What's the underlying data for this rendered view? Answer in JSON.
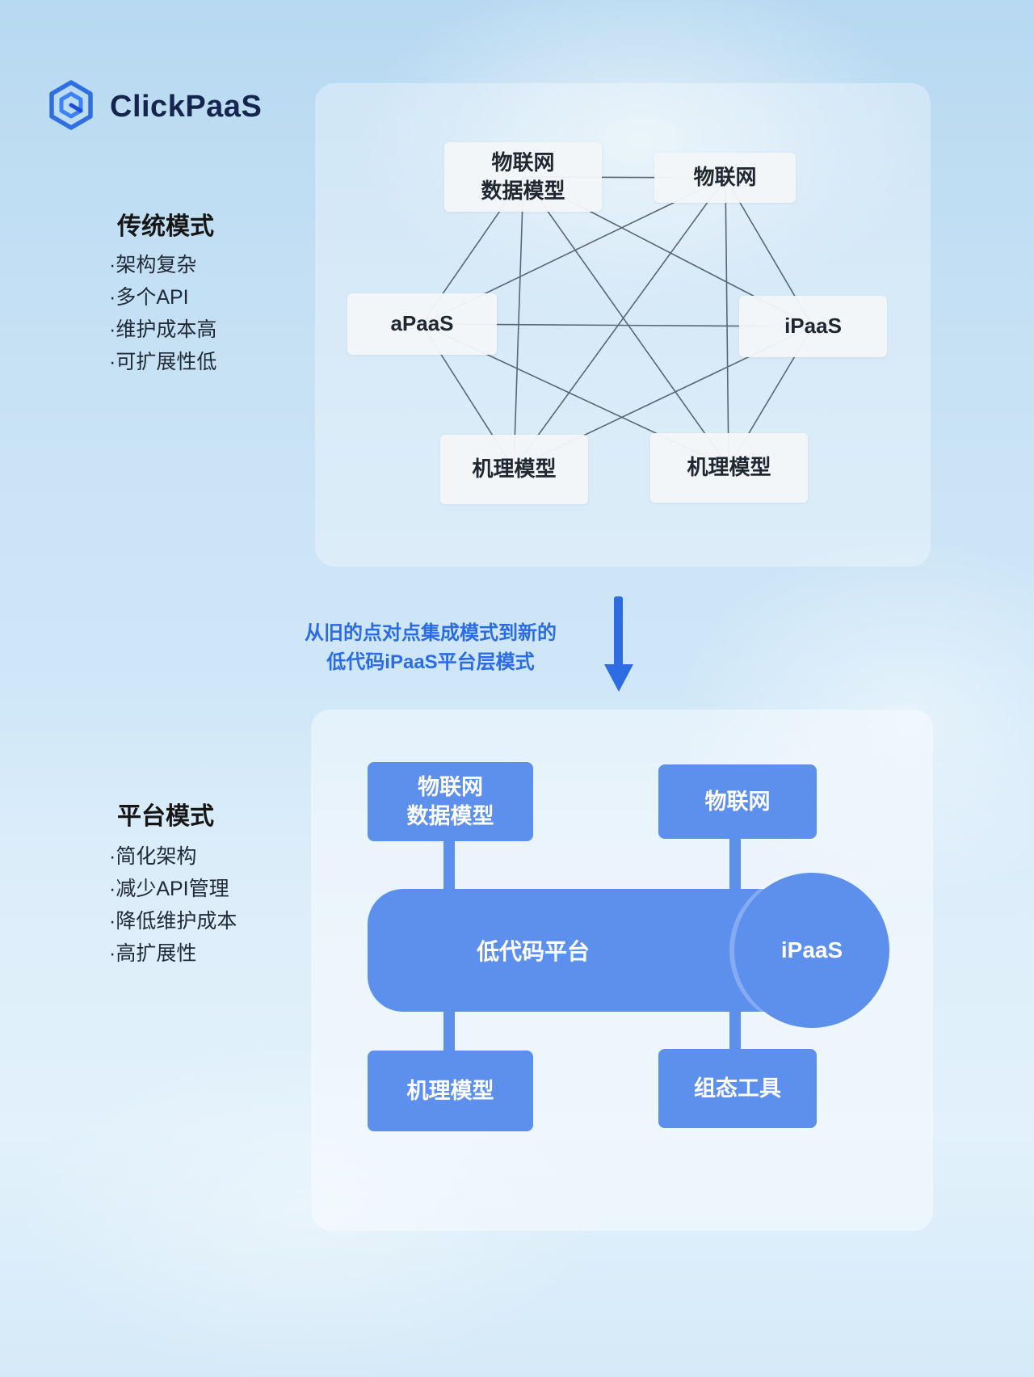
{
  "brand": {
    "name": "ClickPaaS"
  },
  "traditional": {
    "title": "传统模式",
    "bullets": [
      "·架构复杂",
      "·多个API",
      "·维护成本高",
      "·可扩展性低"
    ],
    "nodes": {
      "iot_model": "物联网\n数据模型",
      "iot": "物联网",
      "apaas": "aPaaS",
      "ipaas": "iPaaS",
      "mech_left": "机理模型",
      "mech_right": "机理模型"
    }
  },
  "transition": {
    "line1": "从旧的点对点集成模式到新的",
    "line2": "低代码iPaaS平台层模式"
  },
  "platform": {
    "title": "平台模式",
    "bullets": [
      "·简化架构",
      "·减少API管理",
      "·降低维护成本",
      "·高扩展性"
    ],
    "nodes": {
      "iot_model": "物联网\n数据模型",
      "iot": "物联网",
      "lowcode": "低代码平台",
      "ipaas": "iPaaS",
      "mech": "机理模型",
      "config_tool": "组态工具"
    }
  },
  "colors": {
    "accent_blue": "#5d8fec",
    "arrow_blue": "#2e6ce2",
    "line_gray": "#4c5866",
    "brand_navy": "#16254e"
  }
}
